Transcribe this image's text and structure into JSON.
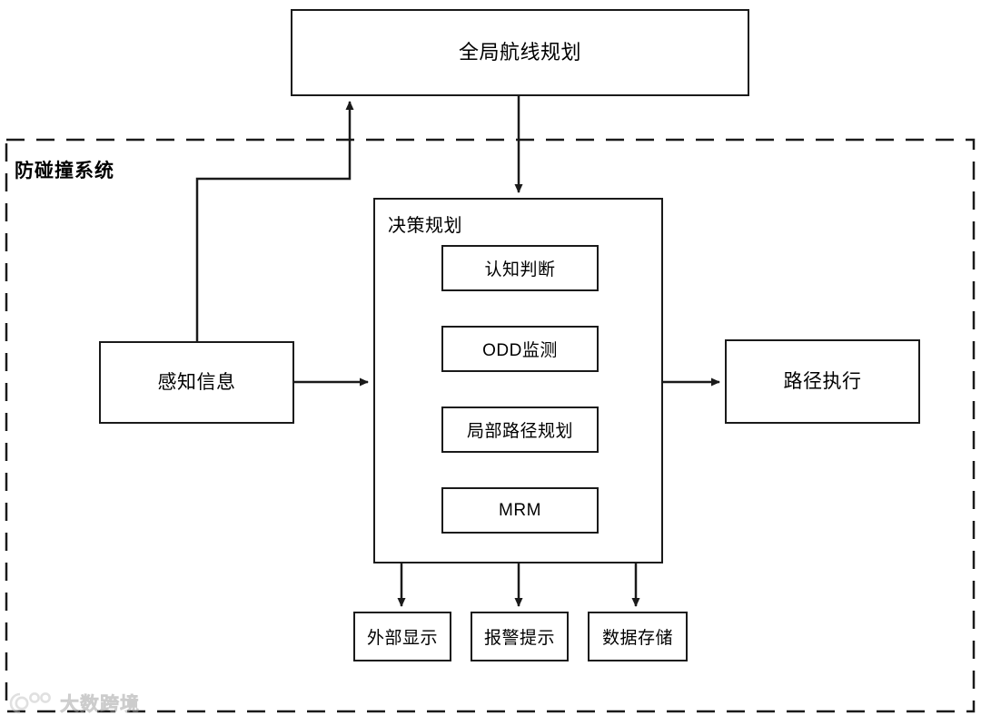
{
  "diagram": {
    "title_node": {
      "label": "全局航线规划"
    },
    "system_boundary": {
      "label": "防碰撞系统",
      "style": "dashed"
    },
    "perception_node": {
      "label": "感知信息"
    },
    "execution_node": {
      "label": "路径执行"
    },
    "decision_panel": {
      "title": "决策规划",
      "modules": [
        {
          "label": "认知判断"
        },
        {
          "label": "ODD监测"
        },
        {
          "label": "局部路径规划"
        },
        {
          "label": "MRM"
        }
      ]
    },
    "outputs": [
      {
        "label": "外部显示"
      },
      {
        "label": "报警提示"
      },
      {
        "label": "数据存储"
      }
    ],
    "watermark": {
      "text": "大数跨境",
      "logo": "circles-logo-icon"
    },
    "colors": {
      "stroke": "#1a1a1a",
      "background": "#ffffff",
      "watermark": "#b8b8b8"
    }
  }
}
